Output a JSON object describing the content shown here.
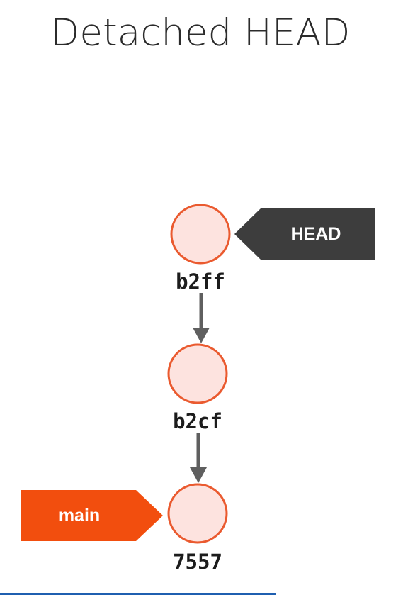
{
  "title": "Detached HEAD",
  "colors": {
    "commit_fill": "#fde3df",
    "commit_stroke": "#ea5a2f",
    "head_tag": "#3d3d3d",
    "branch_tag": "#f24e0e",
    "arrow": "#5f5f5f",
    "progress_bar": "#1f5fb0"
  },
  "commits": [
    {
      "id": "b2ff"
    },
    {
      "id": "b2cf"
    },
    {
      "id": "7557"
    }
  ],
  "refs": {
    "head": {
      "label": "HEAD",
      "points_to": "b2ff"
    },
    "branch": {
      "label": "main",
      "points_to": "7557"
    }
  }
}
